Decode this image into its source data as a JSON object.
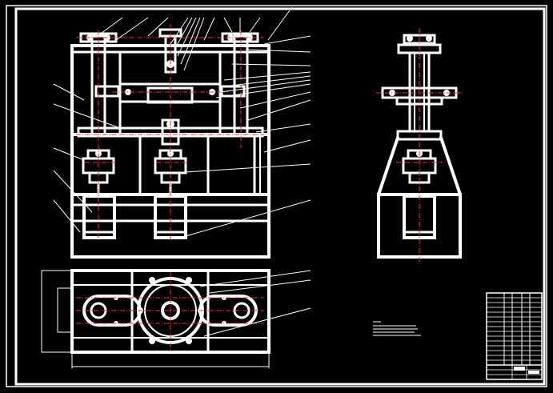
{
  "drawing": {
    "background": "#000000",
    "line_color": "#ffffff",
    "centerline_color": "#ff2a2a",
    "views": [
      "front-view",
      "side-view",
      "top-view"
    ],
    "notes_text_legible": false,
    "title_block_text_legible": false
  }
}
